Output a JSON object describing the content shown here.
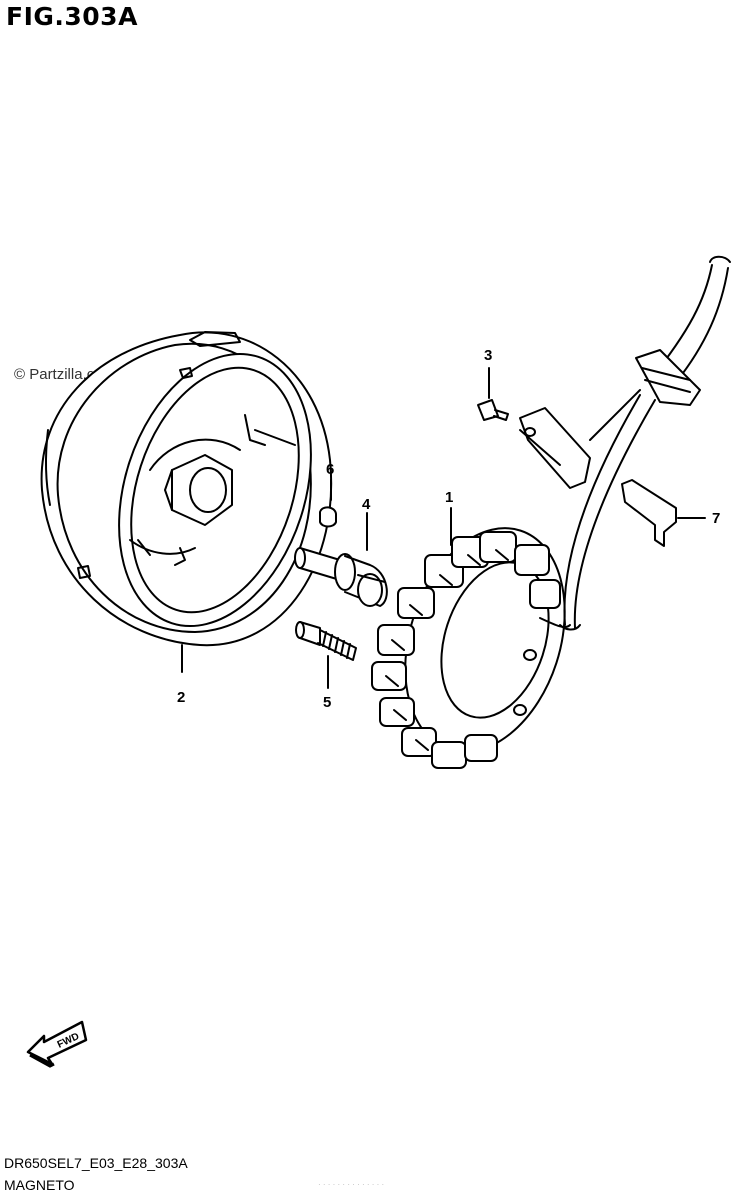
{
  "figure": {
    "title": "FIG.303A",
    "watermark": "© Partzilla.com",
    "fwd_label": "FWD",
    "footer_code": "DR650SEL7_E03_E28_303A",
    "footer_name": "MAGNETO",
    "footer_faint": "· · · · · · · · · · · · · ·"
  },
  "callouts": [
    {
      "id": "1",
      "label": "1"
    },
    {
      "id": "2",
      "label": "2"
    },
    {
      "id": "3",
      "label": "3"
    },
    {
      "id": "4",
      "label": "4"
    },
    {
      "id": "5",
      "label": "5"
    },
    {
      "id": "6",
      "label": "6"
    },
    {
      "id": "7",
      "label": "7"
    }
  ]
}
